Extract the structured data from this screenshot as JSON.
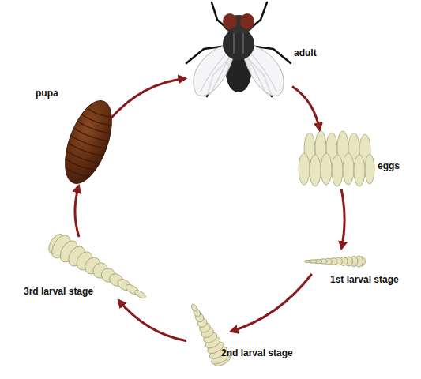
{
  "diagram": {
    "nodes": [
      {
        "text": [
          "adult"
        ]
      },
      {
        "text": [
          "eggs"
        ]
      },
      {
        "text": [
          "1st larval stage"
        ]
      },
      {
        "text": [
          "2nd larval stage"
        ]
      },
      {
        "text": [
          "3rd larval stage"
        ]
      },
      {
        "text": [
          "pupa"
        ]
      }
    ],
    "edges": [
      {
        "from": 0,
        "to": 1,
        "arrow": "to"
      },
      {
        "from": 1,
        "to": 2,
        "arrow": "to"
      },
      {
        "from": 2,
        "to": 3,
        "arrow": "to"
      },
      {
        "from": 3,
        "to": 4,
        "arrow": "to"
      },
      {
        "from": 4,
        "to": 5,
        "arrow": "to"
      },
      {
        "from": 5,
        "to": 0,
        "arrow": "to"
      }
    ]
  }
}
